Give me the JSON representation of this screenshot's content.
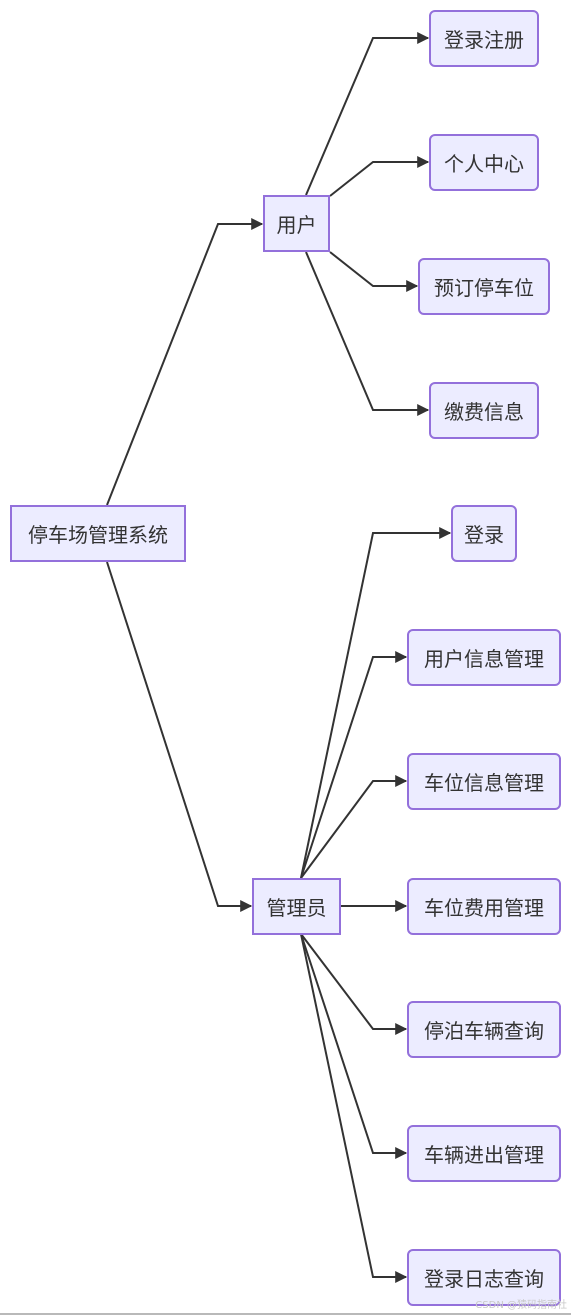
{
  "root": {
    "label": "停车场管理系统"
  },
  "user": {
    "label": "用户",
    "children": [
      "登录注册",
      "个人中心",
      "预订停车位",
      "缴费信息"
    ]
  },
  "admin": {
    "label": "管理员",
    "children": [
      "登录",
      "用户信息管理",
      "车位信息管理",
      "车位费用管理",
      "停泊车辆查询",
      "车辆进出管理",
      "登录日志查询"
    ]
  },
  "watermark": "CSDN @猿码指南社",
  "colors": {
    "node_fill": "#ececff",
    "node_border": "#9370db",
    "edge": "#333333",
    "text": "#333333"
  }
}
